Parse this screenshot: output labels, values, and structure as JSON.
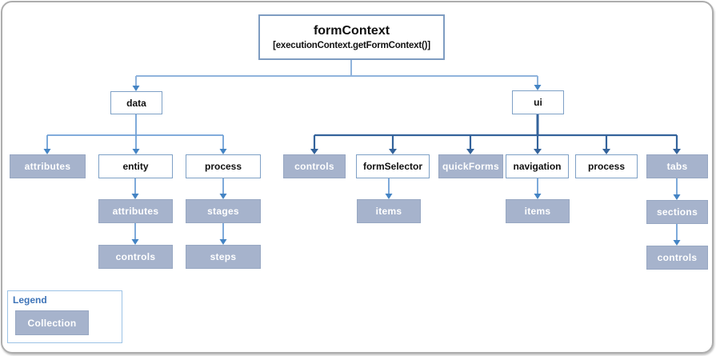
{
  "root": {
    "title": "formContext",
    "subtitle": "[executionContext.getFormContext()]"
  },
  "nodes": {
    "data": {
      "label": "data",
      "type": "object"
    },
    "ui": {
      "label": "ui",
      "type": "object"
    },
    "data_attributes": {
      "label": "attributes",
      "type": "collection"
    },
    "entity": {
      "label": "entity",
      "type": "object"
    },
    "data_process": {
      "label": "process",
      "type": "object"
    },
    "entity_attributes": {
      "label": "attributes",
      "type": "collection"
    },
    "entity_controls": {
      "label": "controls",
      "type": "collection"
    },
    "process_stages": {
      "label": "stages",
      "type": "collection"
    },
    "process_steps": {
      "label": "steps",
      "type": "collection"
    },
    "ui_controls": {
      "label": "controls",
      "type": "collection"
    },
    "formSelector": {
      "label": "formSelector",
      "type": "object"
    },
    "quickForms": {
      "label": "quickForms",
      "type": "collection"
    },
    "navigation": {
      "label": "navigation",
      "type": "object"
    },
    "ui_process": {
      "label": "process",
      "type": "object"
    },
    "tabs": {
      "label": "tabs",
      "type": "collection"
    },
    "formSelector_items": {
      "label": "items",
      "type": "collection"
    },
    "navigation_items": {
      "label": "items",
      "type": "collection"
    },
    "tabs_sections": {
      "label": "sections",
      "type": "collection"
    },
    "tabs_controls": {
      "label": "controls",
      "type": "collection"
    }
  },
  "legend": {
    "title": "Legend",
    "item": "Collection"
  },
  "colors": {
    "collection_fill": "#A6B3CC",
    "collection_border": "#97A7C2",
    "object_border": "#7EA0C6",
    "root_border": "#7E9CC1",
    "light_connector": "#6FA0D6",
    "light_arrowhead": "#4484C4",
    "dark_connector": "#34639B",
    "legend_title": "#3E74B8",
    "legend_border": "#9DC3E6",
    "outer_border": "#ADADAD"
  }
}
